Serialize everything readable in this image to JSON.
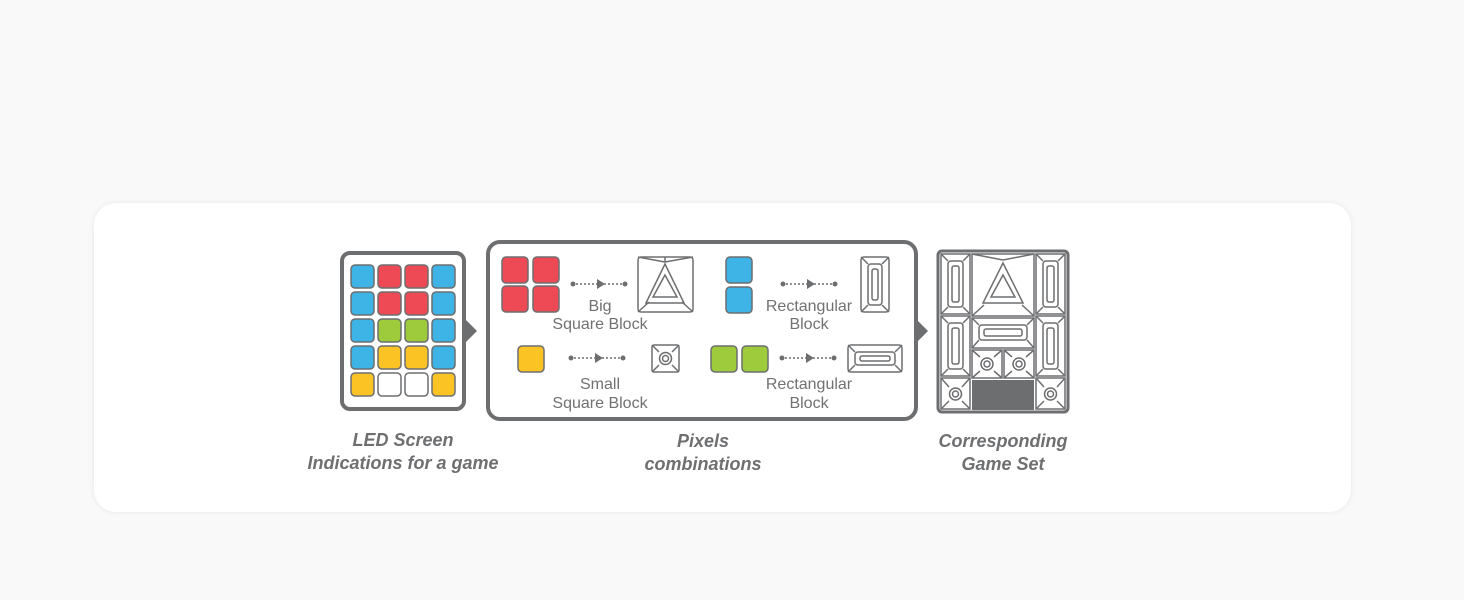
{
  "colors": {
    "outline": "#6d6e70",
    "red": "#ee4a55",
    "blue": "#3db3e6",
    "green": "#9dcb3b",
    "yellow": "#fbc324",
    "white": "#ffffff"
  },
  "led_grid": [
    [
      "blue",
      "red",
      "red",
      "blue"
    ],
    [
      "blue",
      "red",
      "red",
      "blue"
    ],
    [
      "blue",
      "green",
      "green",
      "blue"
    ],
    [
      "blue",
      "yellow",
      "yellow",
      "blue"
    ],
    [
      "yellow",
      "white",
      "white",
      "yellow"
    ]
  ],
  "pixels": {
    "big_square": {
      "line1": "Big",
      "line2": "Square Block",
      "colors": [
        "red",
        "red",
        "red",
        "red"
      ],
      "icon": "triangle-block-icon"
    },
    "rect_vertical": {
      "line1": "Rectangular",
      "line2": "Block",
      "colors": [
        "blue",
        "blue"
      ],
      "icon": "vertical-bar-block-icon"
    },
    "small_square": {
      "line1": "Small",
      "line2": "Square Block",
      "colors": [
        "yellow"
      ],
      "icon": "circle-block-icon"
    },
    "rect_horizontal": {
      "line1": "Rectangular",
      "line2": "Block",
      "colors": [
        "green",
        "green"
      ],
      "icon": "horizontal-bar-block-icon"
    }
  },
  "captions": {
    "led": {
      "line1": "LED Screen",
      "line2": "Indications for a game"
    },
    "pixels": {
      "line1": "Pixels",
      "line2": "combinations"
    },
    "game": {
      "line1": "Corresponding",
      "line2": "Game Set"
    }
  }
}
